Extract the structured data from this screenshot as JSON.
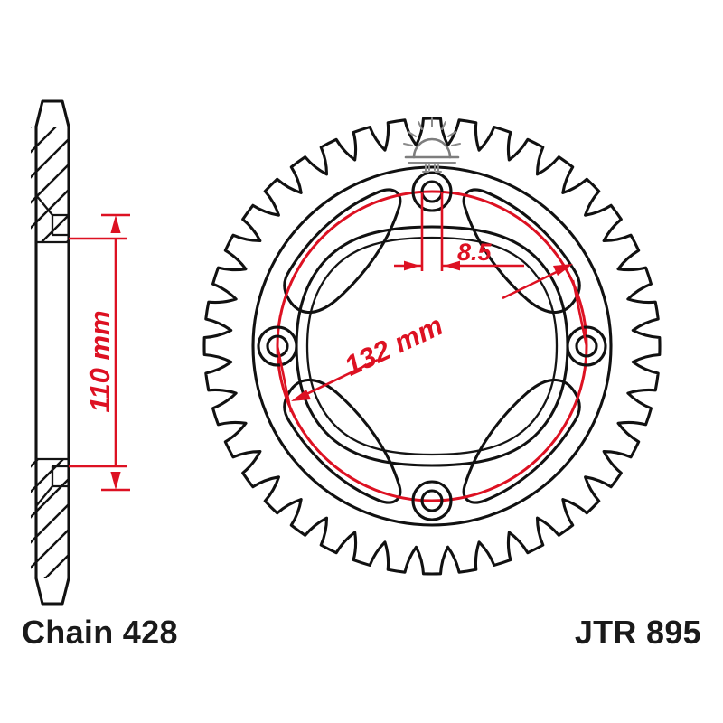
{
  "drawing": {
    "title": "JTR 895 Rear Sprocket Technical Drawing",
    "product_code": "JTR 895",
    "chain_label": "Chain 428",
    "accent_color": "#dd1122",
    "line_color": "#111111",
    "logo_color": "#8a8a8a",
    "background": "#ffffff"
  },
  "dimensions": {
    "width": {
      "value": "110 mm",
      "label": "110 mm",
      "orientation": "vertical",
      "view": "side-profile"
    },
    "bolt_circle": {
      "value": "132 mm",
      "label": "132 mm",
      "orientation": "diagonal",
      "view": "front"
    },
    "bolt_hole": {
      "value": "8.5",
      "label": "8.5",
      "orientation": "horizontal",
      "view": "front"
    }
  },
  "views": {
    "side_profile": {
      "name": "side-profile-view",
      "type": "cross-section"
    },
    "front": {
      "name": "front-view",
      "type": "plan"
    }
  },
  "sprocket": {
    "teeth_count": 40,
    "bolt_holes": 4,
    "slots": 4,
    "center_bore": "rounded-square"
  },
  "logo": {
    "name": "jt-sunburst-logo",
    "description": "sunburst mark"
  },
  "captions": {
    "left": "Chain 428",
    "right": "JTR 895"
  }
}
